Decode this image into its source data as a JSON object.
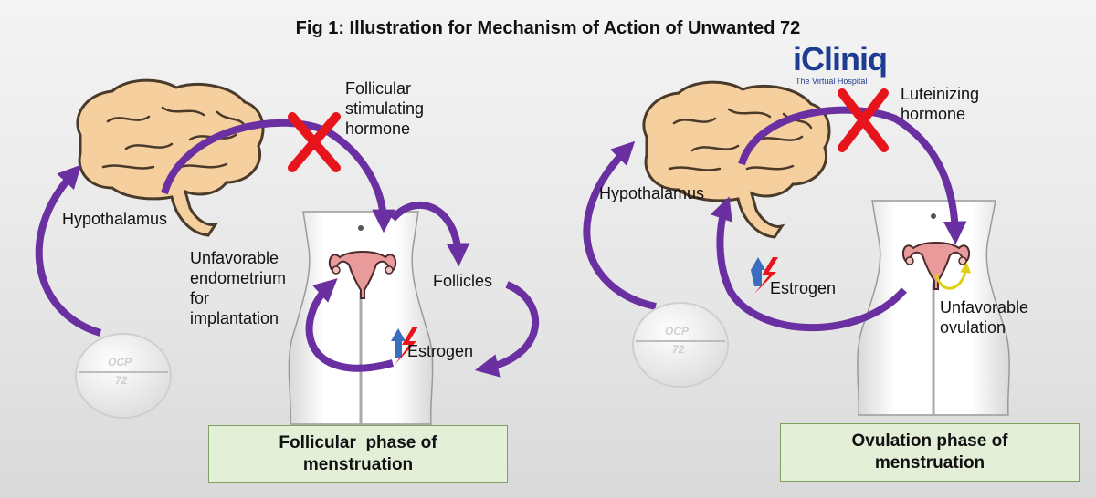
{
  "title": "Fig 1: Illustration for Mechanism of Action of Unwanted 72",
  "logo": {
    "name": "iCliniq",
    "tagline": "The Virtual Hospital"
  },
  "left_panel": {
    "hypothalamus": "Hypothalamus",
    "hormone_line1": "Follicular",
    "hormone_line2": "stimulating",
    "hormone_line3": "hormone",
    "endometrium_line1": "Unfavorable",
    "endometrium_line2": "endometrium",
    "endometrium_line3": "for",
    "endometrium_line4": "implantation",
    "follicles": "Follicles",
    "estrogen": "Estrogen",
    "pill_line1": "OCP",
    "pill_line2": "72",
    "phase_line1": "Follicular  phase of",
    "phase_line2": "menstruation"
  },
  "right_panel": {
    "hypothalamus": "Hypothalamus",
    "hormone_line1": "Luteinizing",
    "hormone_line2": "hormone",
    "estrogen": "Estrogen",
    "ovulation_line1": "Unfavorable",
    "ovulation_line2": "ovulation",
    "pill_line1": "OCP",
    "pill_line2": "72",
    "phase_line1": "Ovulation phase of",
    "phase_line2": "menstruation"
  },
  "colors": {
    "arrow": "#6a2fa0",
    "cross": "#e8141c",
    "brain": "#f5cf9e",
    "brain_outline": "#4a3a2a",
    "estrogen_up": "#3a6fc0",
    "estrogen_bolt": "#e8141c",
    "uterus": "#e99a9a",
    "phase_box": "#e3efd7",
    "logo": "#1f3c93"
  }
}
